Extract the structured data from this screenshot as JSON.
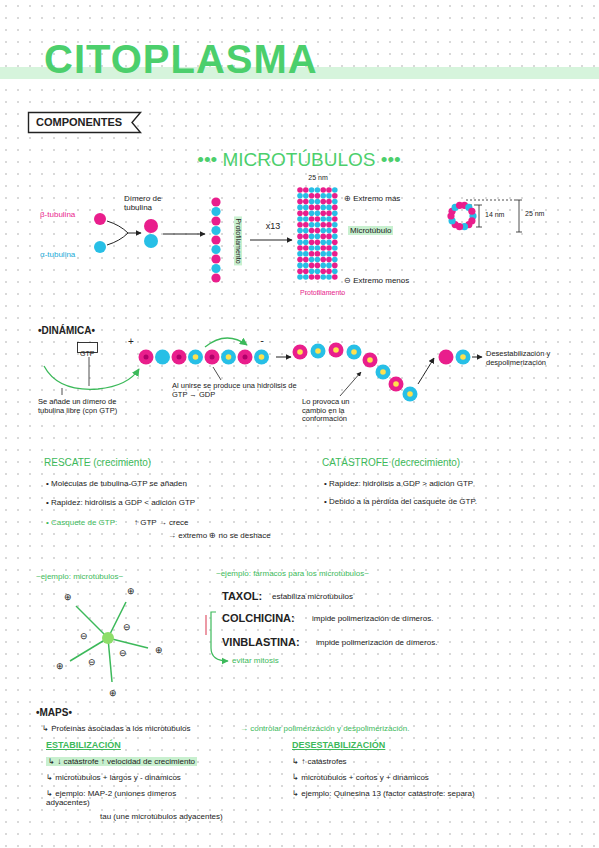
{
  "diagram": {
    "title": "CITOPLASMA",
    "nodes": [
      {
        "text": [
          "COMPONENTES"
        ]
      },
      {
        "text": [
          "GTP"
        ]
      }
    ],
    "labels": [
      "••• MICROTÚBULOS •••",
      "25 nm",
      "β-tubulina",
      "α-tubulina",
      "Dímero de tubulina",
      "Protofilamento",
      "x13",
      "⊕ Extremo más",
      "Microtúbulo",
      "⊖ Extremo menos",
      "Protofilamento",
      "14 nm",
      "25 nm",
      "•DINÁMICA•",
      "+",
      "-",
      "Se añade un dímero de tubulina libre (con GTP)",
      "Al unirse se produce una hidrólisis de GTP → GDP",
      "Lo provoca un cambio en la conformación",
      "Desestabilización y despolimerización",
      "RESCATE (crecimiento)",
      "• Moléculas de tubulina-GTP se añaden",
      "• Rapidez: hidrólisis a GDP < adición GTP",
      "• Casquete de GTP:",
      "↑ GTP → crece",
      "→ extremo ⊕ no se deshace",
      "CATÁSTROFE (decrecimiento)",
      "• Rapidez: hidrólisis a GDP > adición GTP",
      "• Debido a la pérdida del casquete de GTP.",
      "~ejemplo: microtúbulos~",
      "⊖",
      "⊖",
      "⊖",
      "⊖",
      "⊕",
      "⊕",
      "⊕",
      "⊕",
      "⊕",
      "~ejemplo: fármacos para los microtúbulos~",
      "TAXOL:",
      "estabiliza microtúbulos",
      "COLCHICINA:",
      "impide polimerización de dímeros.",
      "VINBLASTINA:",
      "impide polimerización de dímeros.",
      "evitar mitosis",
      "•MAPS•",
      "↳ Proteínas asociadas a los microtúbulos",
      "→ controlar polimerización y despolimerización.",
      "ESTABILIZACIÓN",
      "↳ ↓ catástrofe ↑ velocidad de crecimiento",
      "↳ microtúbulos + largos y - dinámicos",
      "↳ ejemplo: MAP-2 (uniones dímeros adyacentes)",
      "tau (une microtúbulos adyacentes)",
      "DESESTABILIZACIÓN",
      "↳ ↑ catástrofes",
      "↳ microtúbulos + cortos y + dinámicos",
      "↳ ejemplo: Quinesina 13 (factor catástrofe: separa)"
    ]
  }
}
